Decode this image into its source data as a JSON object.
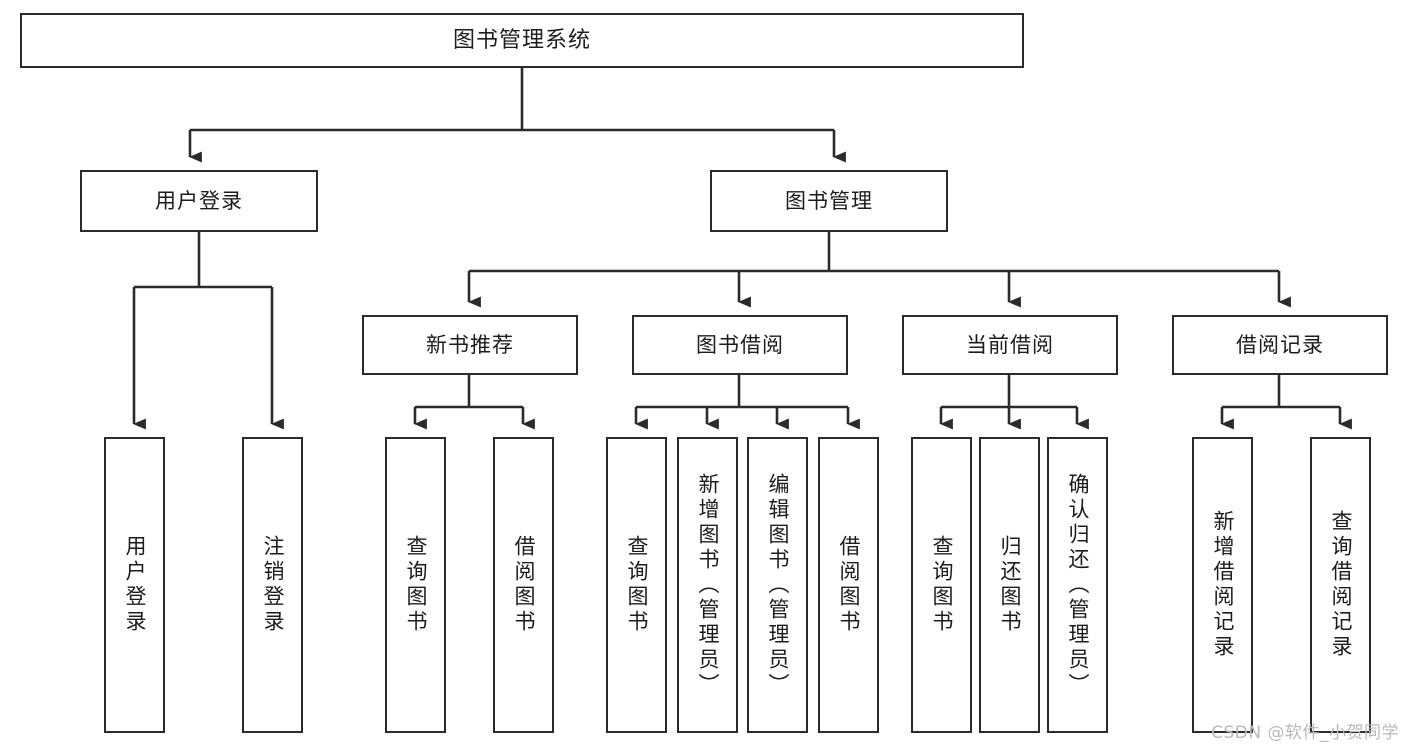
{
  "diagram": {
    "title": "图书管理系统",
    "type": "hierarchy-tree",
    "watermark": "CSDN @软件_小贺同学",
    "colors": {
      "box_border": "#2b2b2b",
      "box_fill": "#ffffff",
      "connector": "#2b2b2b",
      "text": "#1c1c1c",
      "watermark": "#b9b9b9"
    },
    "nodes": {
      "root": {
        "label": "图书管理系统"
      },
      "level2": [
        {
          "id": "user-login",
          "label": "用户登录"
        },
        {
          "id": "book-manage",
          "label": "图书管理"
        }
      ],
      "level3": [
        {
          "id": "new-book-recommend",
          "label": "新书推荐"
        },
        {
          "id": "book-borrow",
          "label": "图书借阅"
        },
        {
          "id": "current-borrow",
          "label": "当前借阅"
        },
        {
          "id": "borrow-record",
          "label": "借阅记录"
        }
      ],
      "leaves": {
        "user-login": [
          {
            "id": "leaf-user-login",
            "label": "用户登录"
          },
          {
            "id": "leaf-logout-login",
            "label": "注销登录"
          }
        ],
        "new-book-recommend": [
          {
            "id": "leaf-query-book-1",
            "label": "查询图书"
          },
          {
            "id": "leaf-borrow-book-1",
            "label": "借阅图书"
          }
        ],
        "book-borrow": [
          {
            "id": "leaf-query-book-2",
            "label": "查询图书"
          },
          {
            "id": "leaf-add-book",
            "label": "新增图书（管理员）"
          },
          {
            "id": "leaf-edit-book",
            "label": "编辑图书（管理员）"
          },
          {
            "id": "leaf-borrow-book-2",
            "label": "借阅图书"
          }
        ],
        "current-borrow": [
          {
            "id": "leaf-query-book-3",
            "label": "查询图书"
          },
          {
            "id": "leaf-return-book",
            "label": "归还图书"
          },
          {
            "id": "leaf-confirm-return",
            "label": "确认归还（管理员）"
          }
        ],
        "borrow-record": [
          {
            "id": "leaf-add-record",
            "label": "新增借阅记录"
          },
          {
            "id": "leaf-query-record",
            "label": "查询借阅记录"
          }
        ]
      }
    }
  }
}
